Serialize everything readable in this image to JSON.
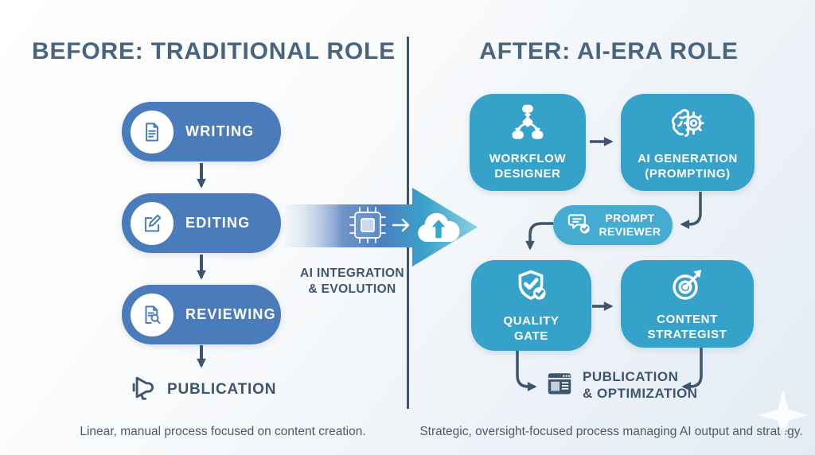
{
  "titles": {
    "before": "BEFORE: TRADITIONAL ROLE",
    "after": "AFTER: AI-ERA ROLE"
  },
  "before_flow": {
    "steps": [
      {
        "label": "WRITING",
        "icon": "document-icon"
      },
      {
        "label": "EDITING",
        "icon": "edit-icon"
      },
      {
        "label": "REVIEWING",
        "icon": "document-search-icon"
      }
    ],
    "terminal": {
      "label": "PUBLICATION",
      "icon": "megaphone-icon"
    },
    "caption": "Linear, manual process focused on content creation."
  },
  "transition": {
    "line1": "AI INTEGRATION",
    "line2": "& EVOLUTION",
    "icons": [
      "chip-icon",
      "small-arrow-icon",
      "cloud-upload-icon"
    ]
  },
  "after_flow": {
    "nodes": [
      {
        "id": "workflow-designer",
        "line1": "WORKFLOW",
        "line2": "DESIGNER",
        "icon": "flowchart-icon"
      },
      {
        "id": "ai-generation",
        "line1": "AI GENERATION",
        "line2": "(PROMPTING)",
        "icon": "brain-gear-icon"
      },
      {
        "id": "prompt-reviewer",
        "line1": "PROMPT",
        "line2": "REVIEWER",
        "icon": "chat-check-icon"
      },
      {
        "id": "quality-gate",
        "line1": "QUALITY",
        "line2": "GATE",
        "icon": "shield-check-icon"
      },
      {
        "id": "content-strategist",
        "line1": "CONTENT",
        "line2": "STRATEGIST",
        "icon": "target-arrow-icon"
      }
    ],
    "terminal": {
      "line1": "PUBLICATION",
      "line2": "& OPTIMIZATION",
      "icon": "browser-icon"
    },
    "caption": "Strategic, oversight-focused process managing AI output and strategy."
  },
  "colors": {
    "title": "#48647e",
    "before_box": "#4a7cbc",
    "after_box": "#37a2c9",
    "pill": "#45abd0",
    "connector": "#3d566e",
    "arrow_gradient_mid": "#4b7fc0",
    "arrow_gradient_end": "#7ccade"
  }
}
